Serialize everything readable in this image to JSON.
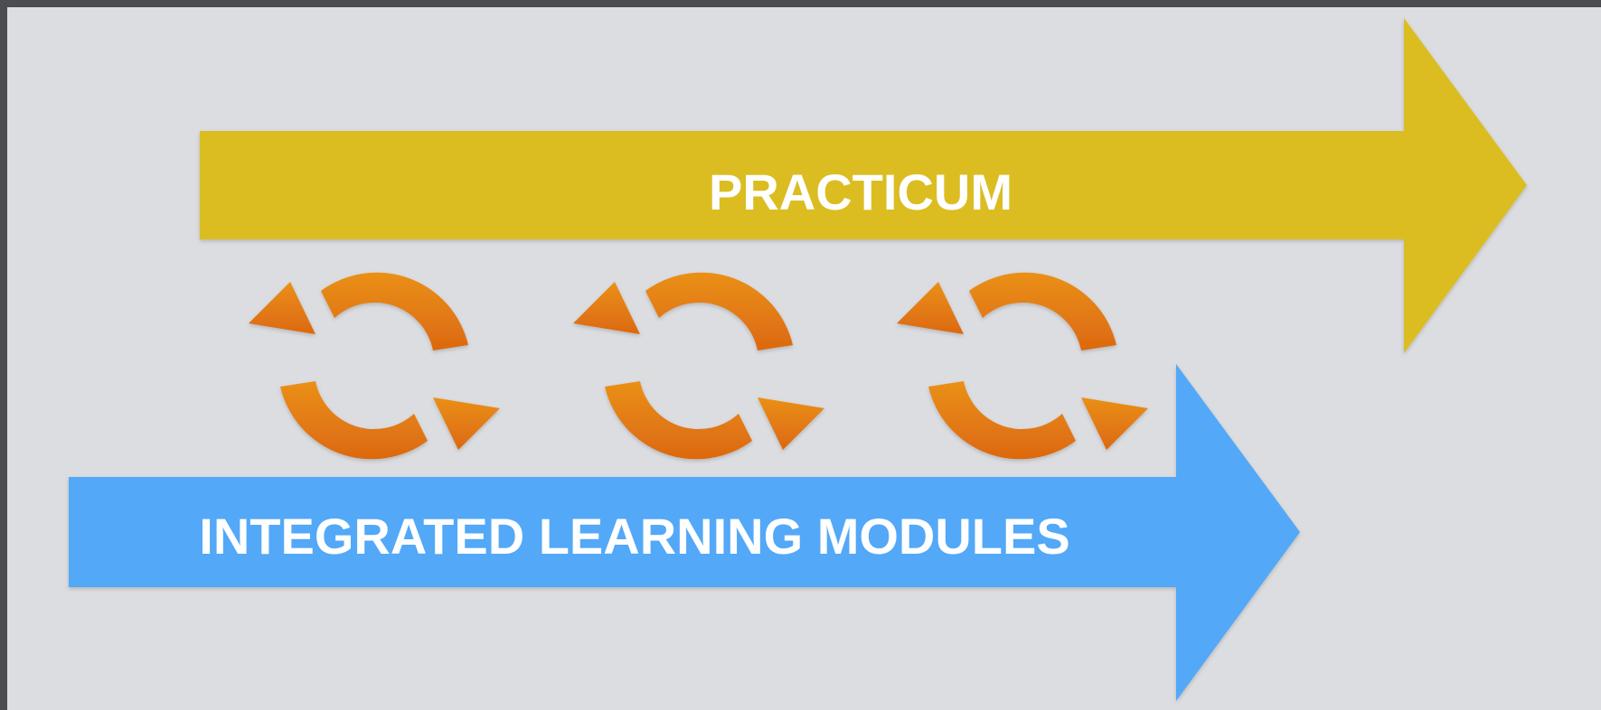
{
  "arrows": {
    "top": {
      "label": "PRACTICUM",
      "color": "#dbbd22"
    },
    "bottom": {
      "label": "INTEGRATED LEARNING MODULES",
      "color": "#52a8f7"
    }
  },
  "cycle_icons": {
    "count": 3,
    "icon": "refresh-cycle-icon",
    "color_top": "#ea9019",
    "color_bottom": "#dc6810"
  }
}
